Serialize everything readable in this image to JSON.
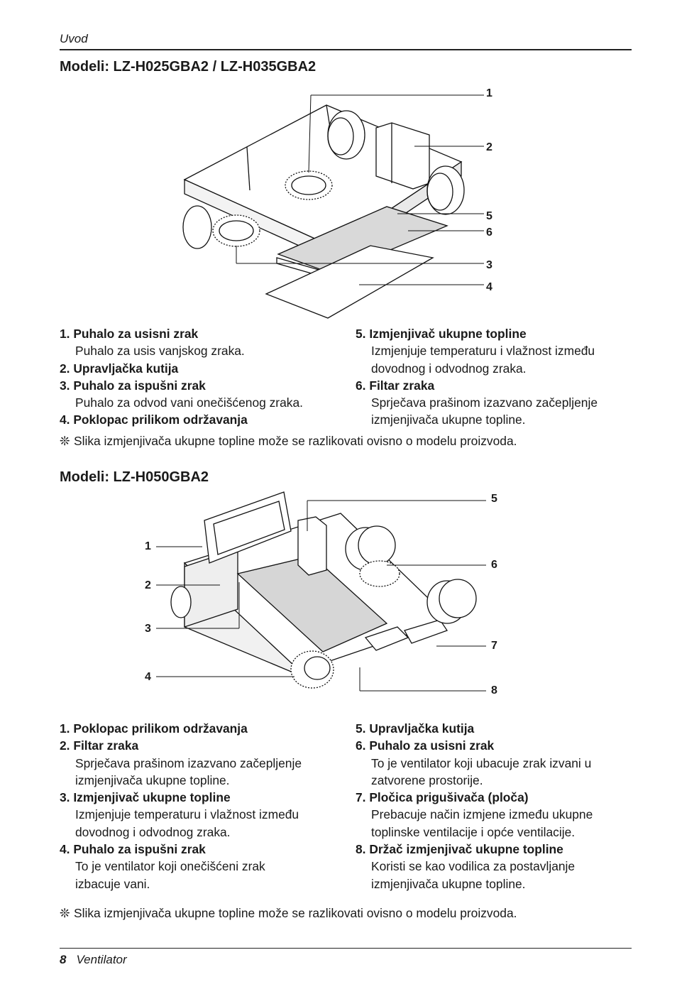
{
  "header": {
    "section": "Uvod"
  },
  "model_a": {
    "title": "Modeli: LZ-H025GBA2 / LZ-H035GBA2",
    "callouts": [
      "1",
      "2",
      "5",
      "6",
      "3",
      "4"
    ],
    "left_items": [
      {
        "title": "1. Puhalo za usisni zrak",
        "desc": "Puhalo za usis vanjskog zraka."
      },
      {
        "title": "2. Upravljačka kutija",
        "desc": ""
      },
      {
        "title": "3. Puhalo za ispušni zrak",
        "desc": "Puhalo za odvod vani onečišćenog zraka."
      },
      {
        "title": "4. Poklopac prilikom održavanja",
        "desc": ""
      }
    ],
    "right_items": [
      {
        "title": "5. Izmjenjivač ukupne topline",
        "desc": "Izmjenjuje temperaturu i vlažnost između dovodnog i odvodnog zraka."
      },
      {
        "title": "6. Filtar zraka",
        "desc": "Sprječava prašinom izazvano začepljenje izmjenjivača ukupne topline."
      }
    ],
    "note_symbol": "❊",
    "note": "Slika izmjenjivača ukupne topline može se razlikovati ovisno o modelu proizvoda."
  },
  "model_b": {
    "title": "Modeli: LZ-H050GBA2",
    "callouts": [
      "1",
      "2",
      "3",
      "4",
      "5",
      "6",
      "7",
      "8"
    ],
    "left_items": [
      {
        "title": "1. Poklopac prilikom održavanja",
        "desc": ""
      },
      {
        "title": "2. Filtar zraka",
        "desc": "Sprječava prašinom izazvano začepljenje izmjenjivača ukupne topline."
      },
      {
        "title": "3. Izmjenjivač ukupne topline",
        "desc": "Izmjenjuje temperaturu i vlažnost između dovodnog i odvodnog zraka."
      },
      {
        "title": "4. Puhalo za ispušni zrak",
        "desc": "To je ventilator koji onečišćeni zrak izbacuje vani."
      }
    ],
    "right_items": [
      {
        "title": "5. Upravljačka kutija",
        "desc": ""
      },
      {
        "title": "6. Puhalo za usisni zrak",
        "desc": "To je ventilator koji ubacuje zrak izvani u zatvorene prostorije."
      },
      {
        "title": "7. Pločica prigušivača (ploča)",
        "desc": "Prebacuje način izmjene između ukupne toplinske ventilacije i opće ventilacije."
      },
      {
        "title": "8. Držač izmjenjivač ukupne topline",
        "desc": "Koristi se kao vodilica za postavljanje izmjenjivača ukupne topline."
      }
    ],
    "note_symbol": "❊",
    "note": "Slika izmjenjivača ukupne topline može se razlikovati ovisno o modelu proizvoda."
  },
  "footer": {
    "page_number": "8",
    "title": "Ventilator"
  }
}
